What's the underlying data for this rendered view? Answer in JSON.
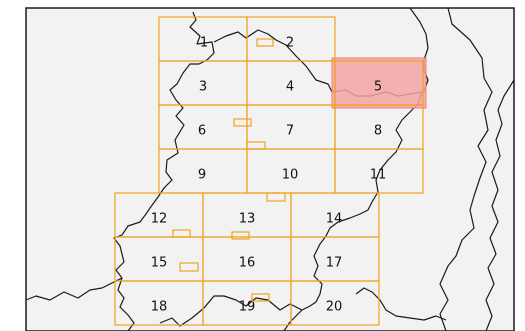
{
  "colors": {
    "land": "#f2f2f2",
    "border": "#1a1a1a",
    "grid": "#f0a21e",
    "highlight_fill": "#f5a3a3",
    "highlight_stroke": "#f07c7c",
    "frame": "#1a1a1a"
  },
  "tiles": [
    {
      "label": "1",
      "highlighted": false
    },
    {
      "label": "2",
      "highlighted": false
    },
    {
      "label": "3",
      "highlighted": false
    },
    {
      "label": "4",
      "highlighted": false
    },
    {
      "label": "5",
      "highlighted": true
    },
    {
      "label": "6",
      "highlighted": false
    },
    {
      "label": "7",
      "highlighted": false
    },
    {
      "label": "8",
      "highlighted": false
    },
    {
      "label": "9",
      "highlighted": false
    },
    {
      "label": "10",
      "highlighted": false
    },
    {
      "label": "11",
      "highlighted": false
    },
    {
      "label": "12",
      "highlighted": false
    },
    {
      "label": "13",
      "highlighted": false
    },
    {
      "label": "14",
      "highlighted": false
    },
    {
      "label": "15",
      "highlighted": false
    },
    {
      "label": "16",
      "highlighted": false
    },
    {
      "label": "17",
      "highlighted": false
    },
    {
      "label": "18",
      "highlighted": false
    },
    {
      "label": "19",
      "highlighted": false
    },
    {
      "label": "20",
      "highlighted": false
    }
  ]
}
